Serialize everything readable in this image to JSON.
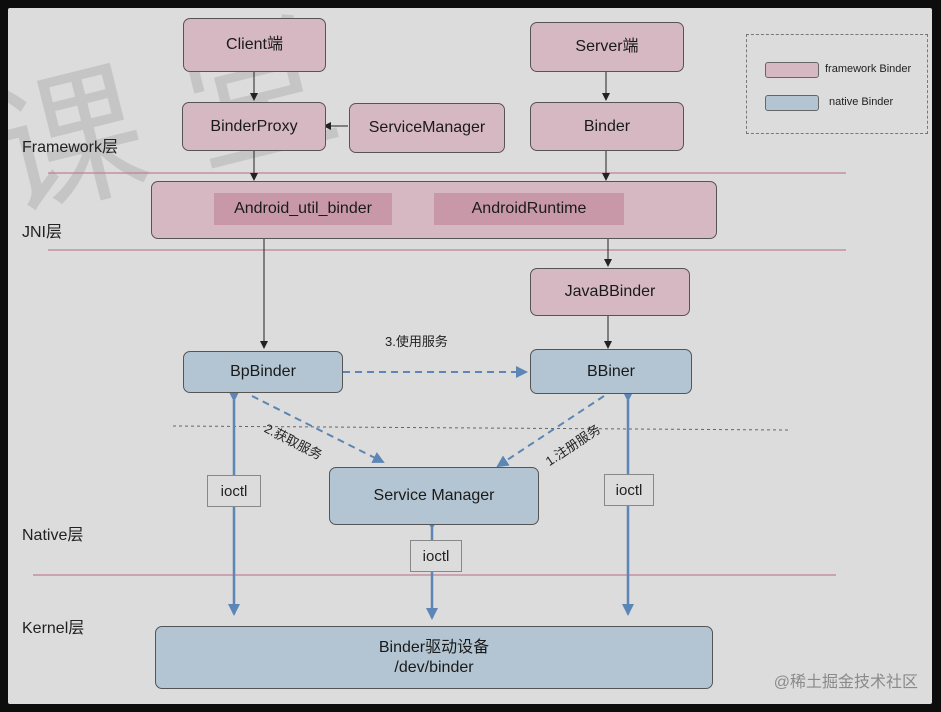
{
  "layers": {
    "framework": "Framework层",
    "jni": "JNI层",
    "native": "Native层",
    "kernel": "Kernel层"
  },
  "nodes": {
    "client": "Client端",
    "server": "Server端",
    "binder_proxy": "BinderProxy",
    "service_manager_fw": "ServiceManager",
    "binder": "Binder",
    "android_util_binder": "Android_util_binder",
    "android_runtime": "AndroidRuntime",
    "java_bbinder": "JavaBBinder",
    "bp_binder": "BpBinder",
    "bbiner": "BBiner",
    "service_manager": "Service Manager",
    "binder_driver_line1": "Binder驱动设备",
    "binder_driver_line2": "/dev/binder"
  },
  "edges": {
    "use_service": "3.使用服务",
    "get_service": "2.获取服务",
    "register_service": "1.注册服务",
    "ioctl": "ioctl"
  },
  "legend": {
    "framework": "framework Binder",
    "native": "native Binder",
    "framework_color": "#d6b8c2",
    "native_color": "#b3c5d2"
  },
  "background_mark": "课 堂",
  "watermark": "@稀土掘金技术社区"
}
